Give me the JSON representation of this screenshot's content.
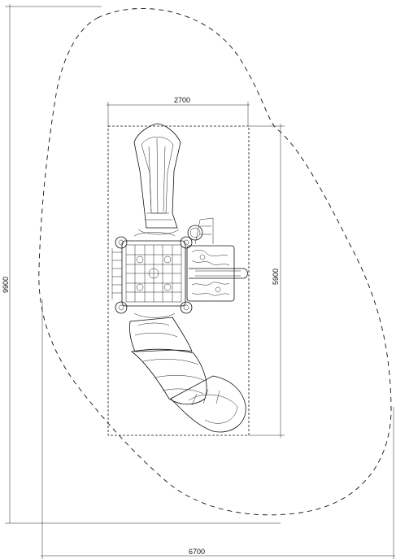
{
  "dimensions": {
    "footprint_width": "6700",
    "footprint_height": "9900",
    "equipment_width": "2700",
    "equipment_height": "5900"
  },
  "lines": {
    "safety_zone": "dashed",
    "equipment_box": "dashed"
  }
}
